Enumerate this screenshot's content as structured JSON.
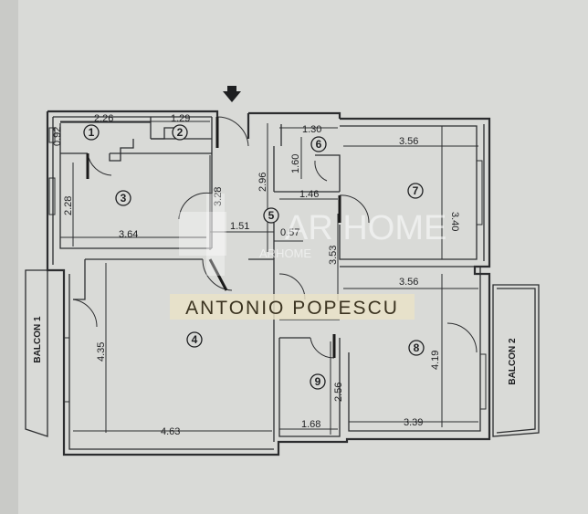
{
  "rooms": [
    "1",
    "2",
    "3",
    "4",
    "5",
    "6",
    "7",
    "8",
    "9"
  ],
  "balconies": {
    "b1": "BALCON 1",
    "b2": "BALCON 2"
  },
  "dimensions": {
    "d1": "2.26",
    "d2": "1.29",
    "d3": "0.92",
    "d4": "3.28",
    "d5": "2.28",
    "d6": "3.64",
    "d7": "2.96",
    "d8": "1.30",
    "d9": "1.60",
    "d10": "1.46",
    "d11": "1.51",
    "d12": "0.57",
    "d13": "3.53",
    "d14": "3.56",
    "d15": "3.40",
    "d16": "3.56",
    "d17": "4.19",
    "d18": "4.35",
    "d19": "4.63",
    "d20": "1.68",
    "d21": "3.39",
    "d22": "2.56"
  },
  "watermark": {
    "brand": "AR HOME",
    "sub": "ARHOME",
    "agent": "ANTONIO POPESCU"
  },
  "colors": {
    "paper": "#d9dad7",
    "ink": "#2c2d2f",
    "banner": "#e9e2c8"
  }
}
